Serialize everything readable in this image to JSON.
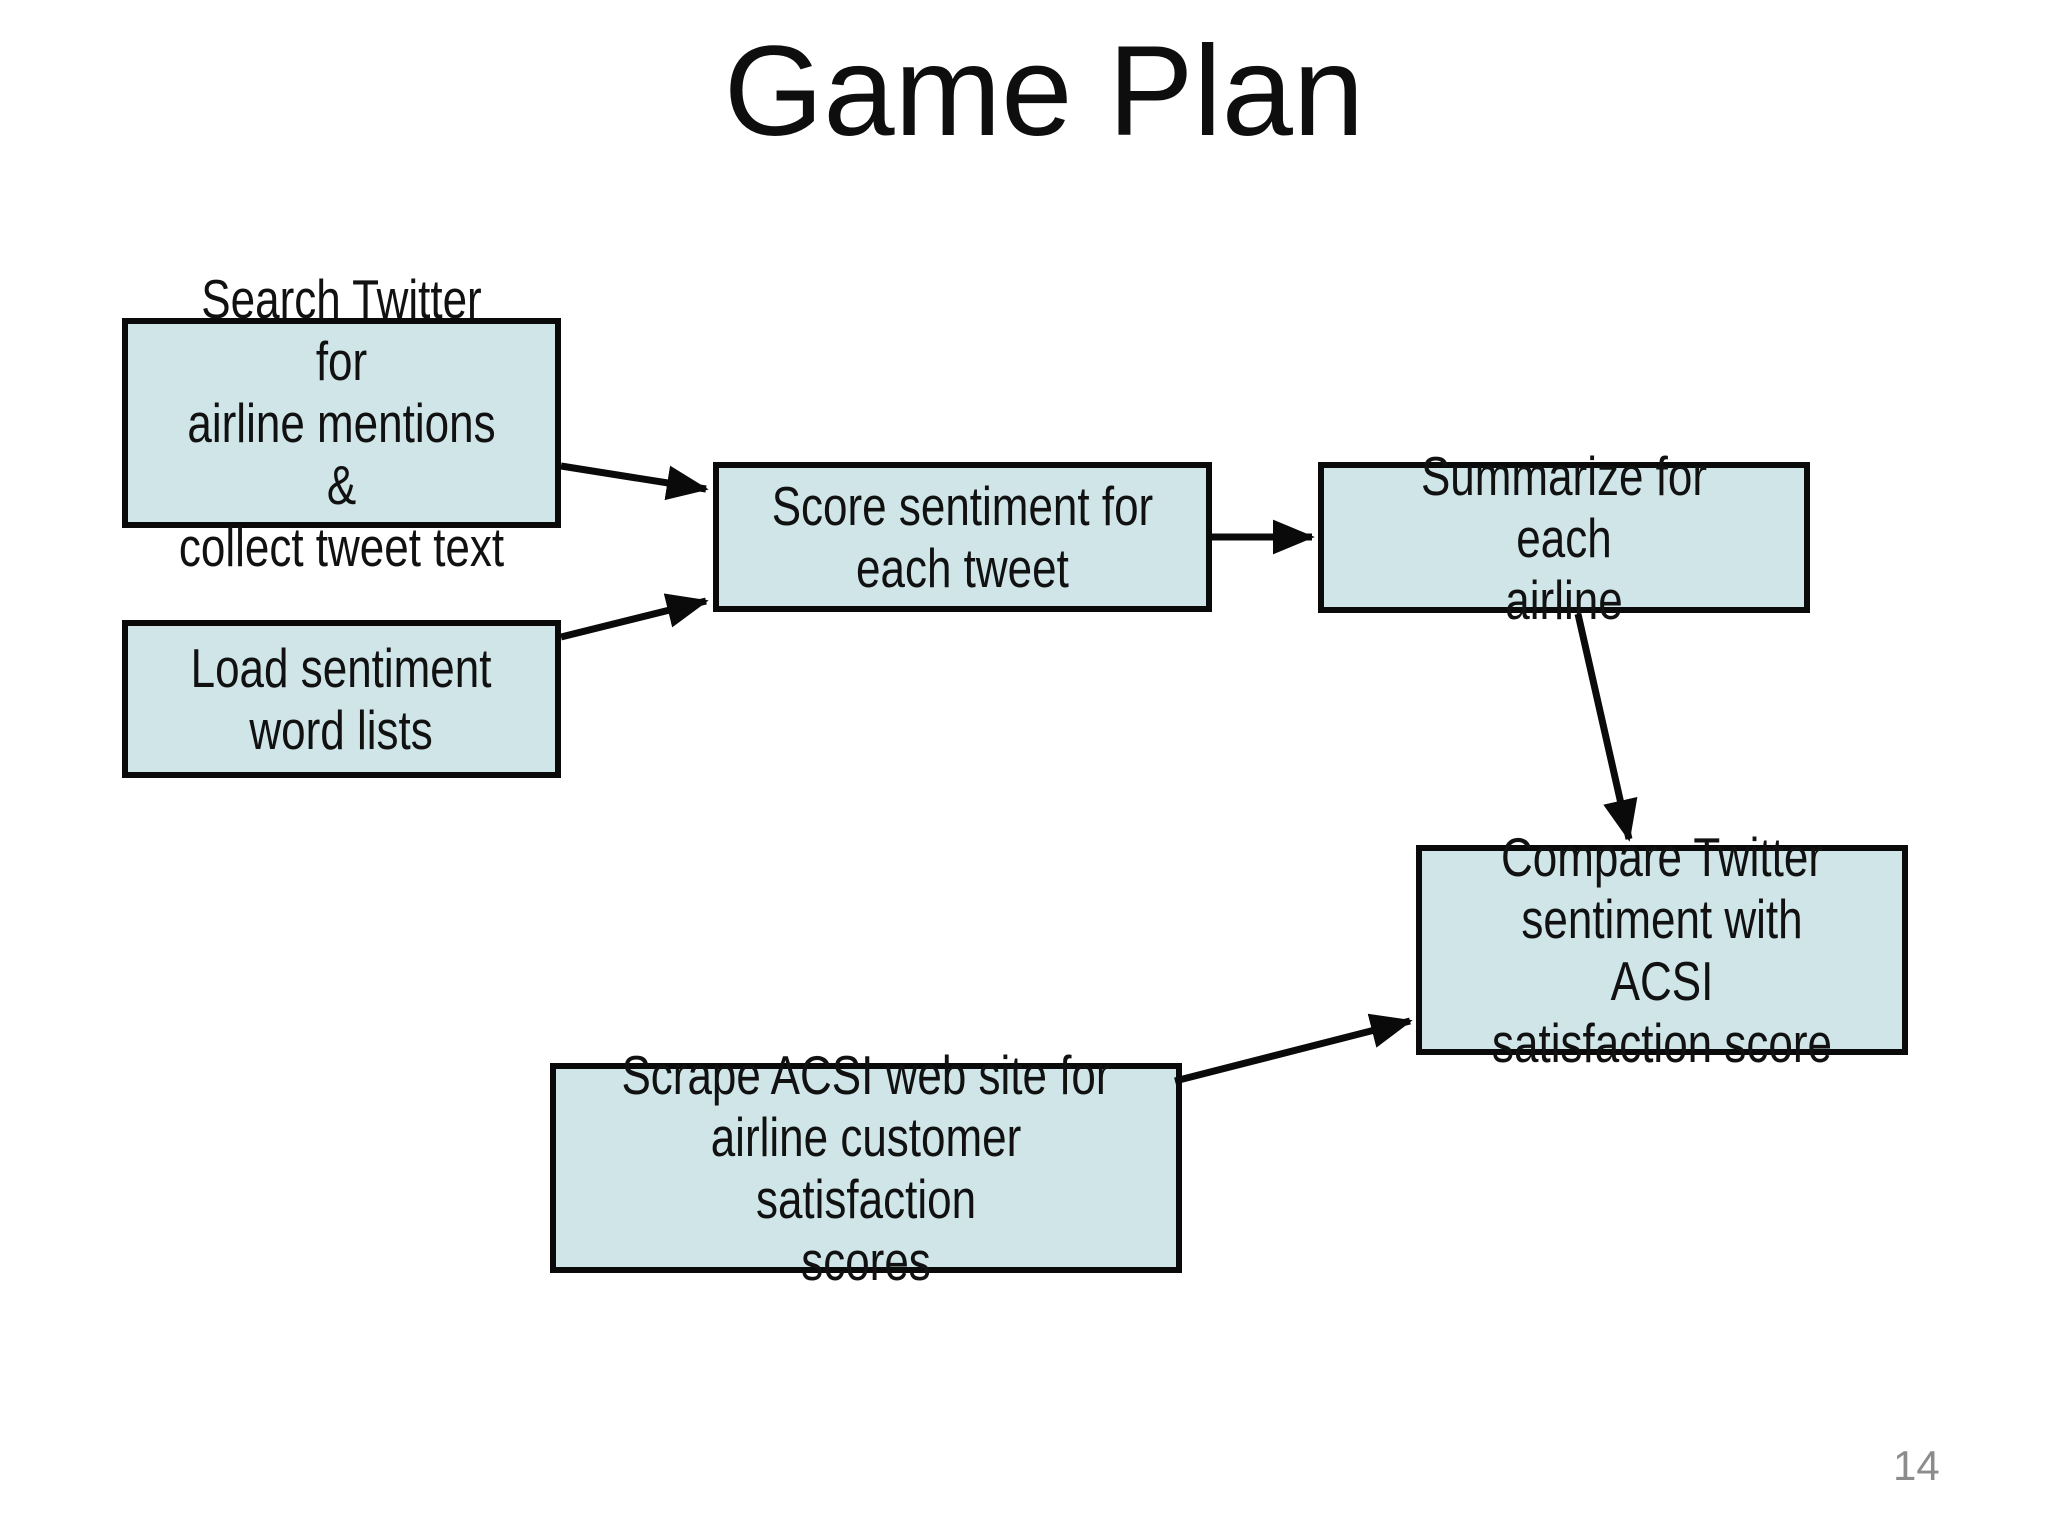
{
  "slide": {
    "title": "Game Plan",
    "page_number": "14",
    "colors": {
      "background": "#ffffff",
      "box_fill": "#cfe5e8",
      "box_border": "#0a0a0a",
      "arrow": "#0a0a0a",
      "text": "#111111",
      "page_number": "#8c8c8c"
    }
  },
  "diagram": {
    "type": "flowchart",
    "nodes": [
      {
        "id": "search-twitter",
        "label": "Search Twitter for\nairline mentions &\ncollect tweet text"
      },
      {
        "id": "load-word-lists",
        "label": "Load sentiment\nword lists"
      },
      {
        "id": "score-sentiment",
        "label": "Score sentiment for\neach tweet"
      },
      {
        "id": "summarize",
        "label": "Summarize for each\nairline"
      },
      {
        "id": "compare",
        "label": "Compare Twitter\nsentiment with ACSI\nsatisfaction score"
      },
      {
        "id": "scrape-acsi",
        "label": "Scrape ACSI web site for\nairline customer satisfaction\nscores"
      }
    ],
    "edges": [
      {
        "from": "search-twitter",
        "to": "score-sentiment"
      },
      {
        "from": "load-word-lists",
        "to": "score-sentiment"
      },
      {
        "from": "score-sentiment",
        "to": "summarize"
      },
      {
        "from": "summarize",
        "to": "compare"
      },
      {
        "from": "scrape-acsi",
        "to": "compare"
      }
    ]
  }
}
